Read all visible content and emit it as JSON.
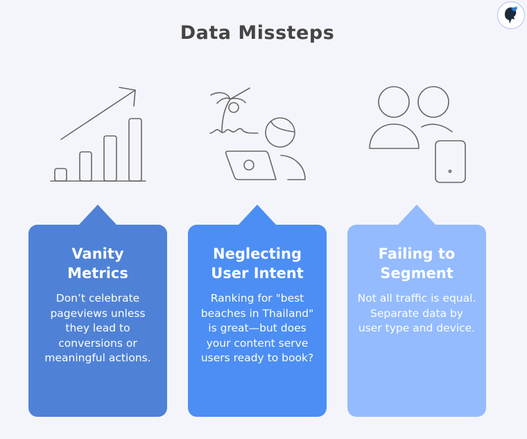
{
  "page": {
    "title": "Data Missteps"
  },
  "avatar": {
    "icon": "profile-silhouette-icon"
  },
  "colors": {
    "background": "#f4f5fa",
    "title": "#454545",
    "icon_stroke": "#666666",
    "card_1": "#4f82d6",
    "card_2": "#4c8ef4",
    "card_3": "#93bbfe"
  },
  "cards": [
    {
      "icon": "bar-chart-growth-icon",
      "title_line1": "Vanity",
      "title_line2": "Metrics",
      "body": "Don’t celebrate pageviews unless they lead to conversions or meaningful actions."
    },
    {
      "icon": "beach-laptop-user-icon",
      "title_line1": "Neglecting",
      "title_line2": "User Intent",
      "body": "Ranking for \"best beaches in Thailand\" is great—but does your content serve users ready to book?"
    },
    {
      "icon": "users-device-icon",
      "title_line1": "Failing to",
      "title_line2": "Segment",
      "body": "Not all traffic is equal. Separate data by user type and device."
    }
  ]
}
